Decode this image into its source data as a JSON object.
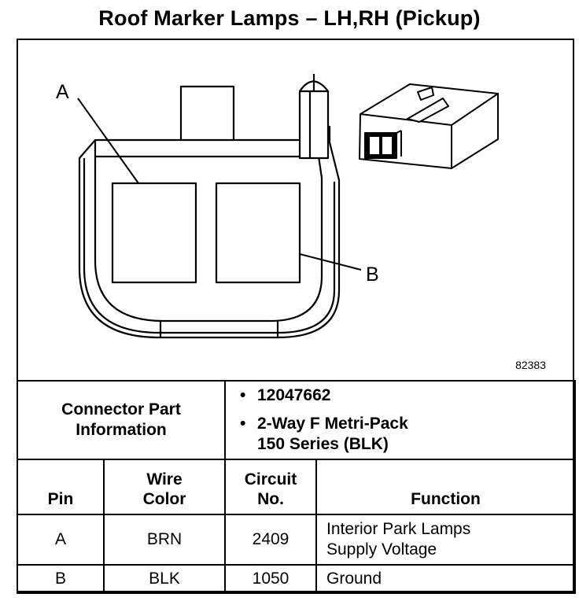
{
  "title": "Roof Marker Lamps – LH,RH (Pickup)",
  "diagram": {
    "callout_a": "A",
    "callout_b": "B",
    "figure_number": "82383"
  },
  "connector": {
    "label_line1": "Connector Part",
    "label_line2": "Information",
    "part_number": "12047662",
    "description_line1": "2-Way F Metri-Pack",
    "description_line2": "150 Series (BLK)",
    "bullet": "•"
  },
  "table": {
    "headers": {
      "pin": "Pin",
      "wire_color_line1": "Wire",
      "wire_color_line2": "Color",
      "circuit_line1": "Circuit",
      "circuit_line2": "No.",
      "function": "Function"
    },
    "rows": [
      {
        "pin": "A",
        "wire_color": "BRN",
        "circuit": "2409",
        "function_line1": "Interior Park Lamps",
        "function_line2": "Supply Voltage"
      },
      {
        "pin": "B",
        "wire_color": "BLK",
        "circuit": "1050",
        "function_line1": "Ground",
        "function_line2": ""
      }
    ]
  }
}
